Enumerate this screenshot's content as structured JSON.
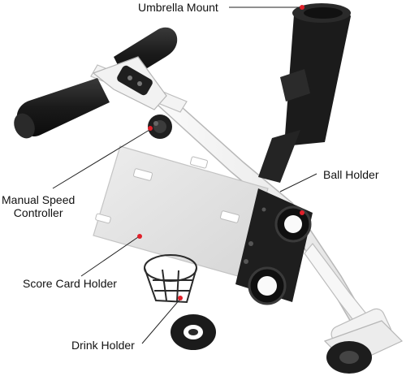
{
  "labels": {
    "umbrella_mount": "Umbrella Mount",
    "ball_holder": "Ball Holder",
    "manual_speed_line1": "Manual Speed",
    "manual_speed_line2": "Controller",
    "score_card_holder": "Score Card Holder",
    "drink_holder": "Drink Holder"
  },
  "colors": {
    "frame": "#f4f4f4",
    "frame_edge": "#bdbdbd",
    "grip": "#1c1c1c",
    "black_plastic": "#222222",
    "score_card": "#e2e2e2",
    "leader_line": "#222222",
    "marker_dot": "#e0202a"
  }
}
